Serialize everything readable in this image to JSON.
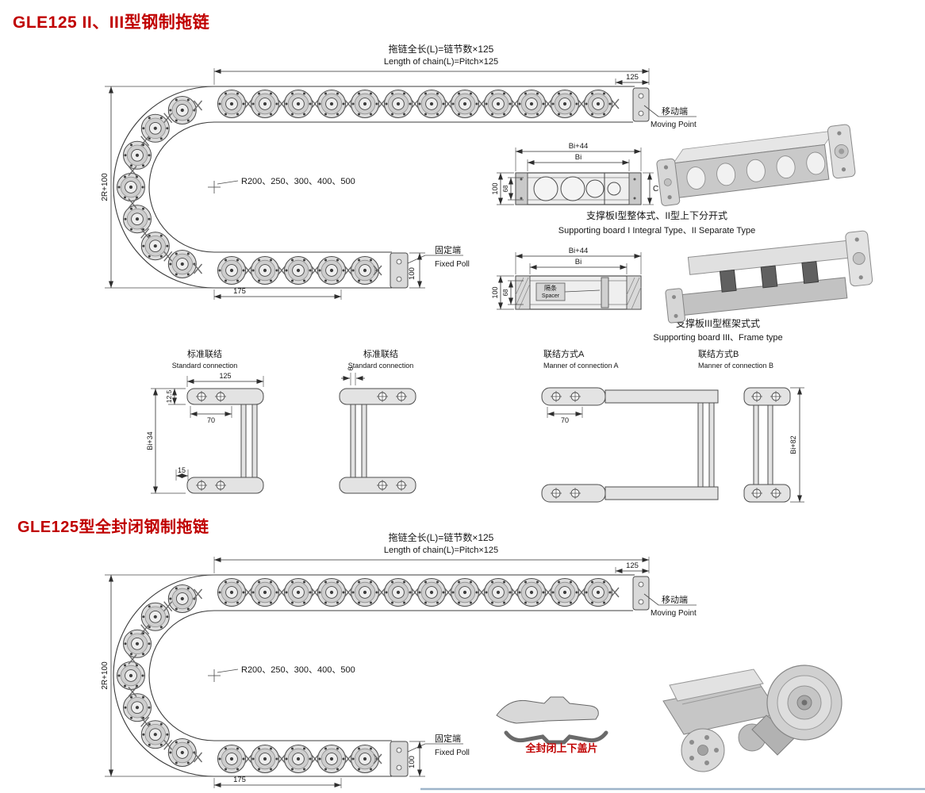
{
  "page": {
    "section1_title": "GLE125 II、III型钢制拖链",
    "section2_title": "GLE125型全封闭钢制拖链",
    "cover_caption": "全封闭上下盖片",
    "accent_color": "#c00000"
  },
  "chain1": {
    "formula_cn": "拖链全长(L)=链节数×125",
    "formula_en": "Length of chain(L)=Pitch×125",
    "pitch_dim": "125",
    "moving_cn": "移动端",
    "moving_en": "Moving Point",
    "height_dim": "2R+100",
    "radius_options": "R200、250、300、400、500",
    "fixed_cn": "固定端",
    "fixed_en": "Fixed Poll",
    "end_height_dim": "100",
    "end_length_dim": "175"
  },
  "chain2": {
    "formula_cn": "拖链全长(L)=链节数×125",
    "formula_en": "Length of chain(L)=Pitch×125",
    "pitch_dim": "125",
    "moving_cn": "移动端",
    "moving_en": "Moving Point",
    "height_dim": "2R+100",
    "radius_options": "R200、250、300、400、500",
    "fixed_cn": "固定端",
    "fixed_en": "Fixed Poll",
    "end_height_dim": "100",
    "end_length_dim": "175"
  },
  "cross_section_type2": {
    "dim_outer_width": "Bi+44",
    "dim_inner_width": "Bi",
    "dim_height": "100",
    "dim_inner_height": "68",
    "dim_right": "C",
    "caption_cn": "支撑板I型整体式、II型上下分开式",
    "caption_en": "Supporting board I Integral Type、II Separate Type"
  },
  "cross_section_type3": {
    "dim_outer_width": "Bi+44",
    "dim_inner_width": "Bi",
    "dim_height": "100",
    "dim_inner_height": "68",
    "spacer_cn": "隔条",
    "spacer_en": "Spacer",
    "caption_cn": "支撑板III型框架式式",
    "caption_en": "Supporting board III、Frame type"
  },
  "connections": {
    "standard1": {
      "title_cn": "标准联结",
      "title_en": "Standard connection",
      "dim_pitch": "125",
      "dim_hole": "70",
      "dim_offset": "12.5",
      "dim_height": "Bi+34",
      "dim_foot": "15"
    },
    "standard2": {
      "title_cn": "标准联结",
      "title_en": "Standard connection",
      "dim_plate": "6"
    },
    "manner_a": {
      "title_cn": "联结方式A",
      "title_en": "Manner of connection A",
      "dim_hole": "70"
    },
    "manner_b": {
      "title_cn": "联结方式B",
      "title_en": "Manner of connection B",
      "dim_height": "Bi+82"
    }
  }
}
